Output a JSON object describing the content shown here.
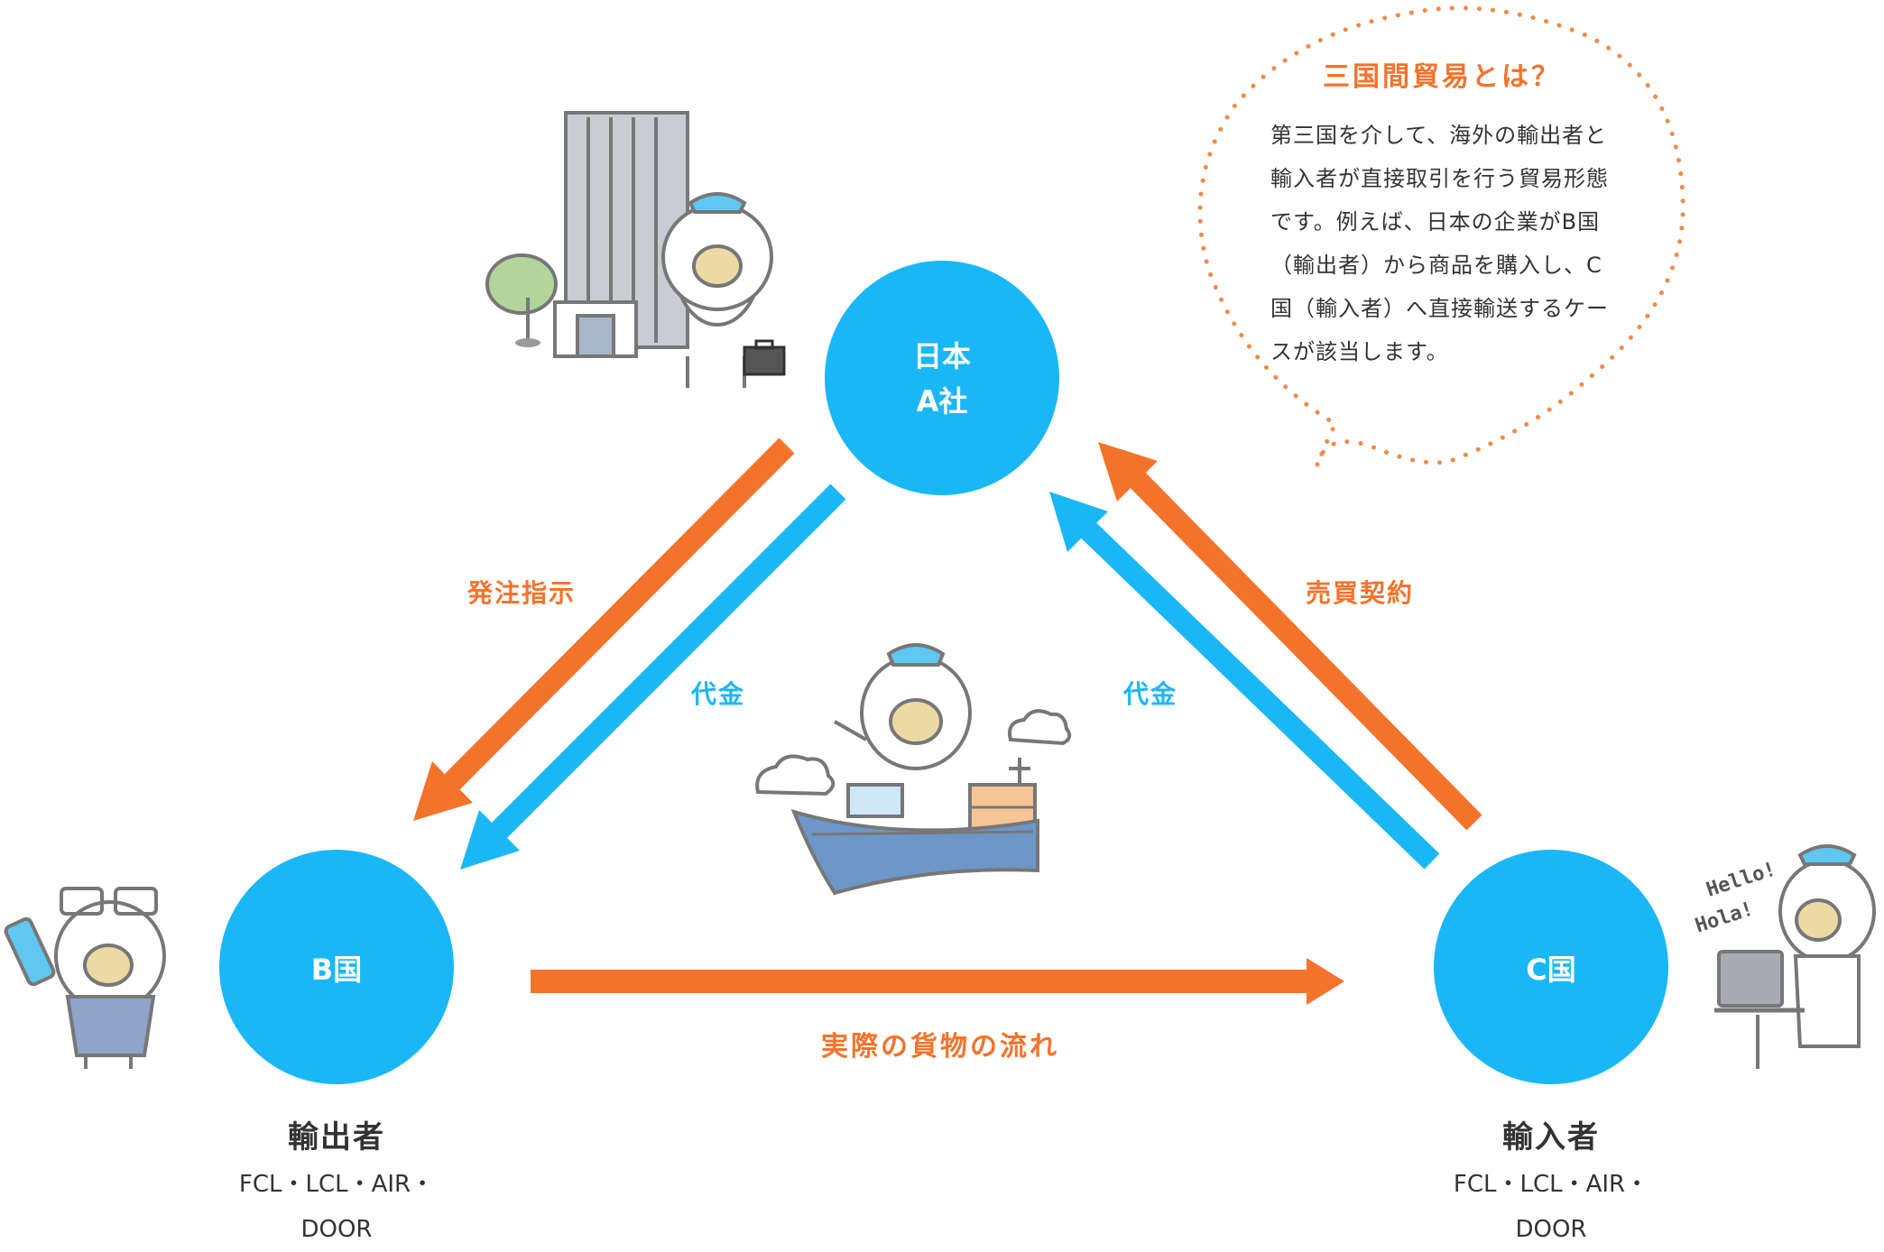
{
  "colors": {
    "blue": "#1ab7f7",
    "orange": "#f4732b",
    "text": "#333333",
    "bubble_dots": "#f08a4b"
  },
  "bubble": {
    "title": "三国間貿易とは？",
    "body": "第三国を介して、海外の輸出者と輸入者が直接取引を行う貿易形態です。例えば、日本の企業がB国（輸出者）から商品を購入し、C国（輸入者）へ直接輸送するケースが該当します。"
  },
  "nodes": {
    "japan": {
      "line1": "日本",
      "line2": "A社"
    },
    "b": {
      "label": "B国",
      "role": "輸出者",
      "modes_line1": "FCL・LCL・AIR・",
      "modes_line2": "DOOR"
    },
    "c": {
      "label": "C国",
      "role": "輸入者",
      "modes_line1": "FCL・LCL・AIR・",
      "modes_line2": "DOOR"
    }
  },
  "arrows": {
    "order": "発注指示",
    "payment_left": "代金",
    "payment_right": "代金",
    "contract": "売買契約",
    "cargo": "実際の貨物の流れ"
  },
  "illustrations": {
    "speech_bubble_text": [
      "Hello!",
      "Hola!"
    ],
    "icons": [
      "office-building-icon",
      "tree-icon",
      "briefcase-icon",
      "ship-icon",
      "cloud-icon",
      "cargo-box-icon",
      "laptop-icon",
      "smartphone-icon",
      "bear-mascot-icon"
    ]
  }
}
